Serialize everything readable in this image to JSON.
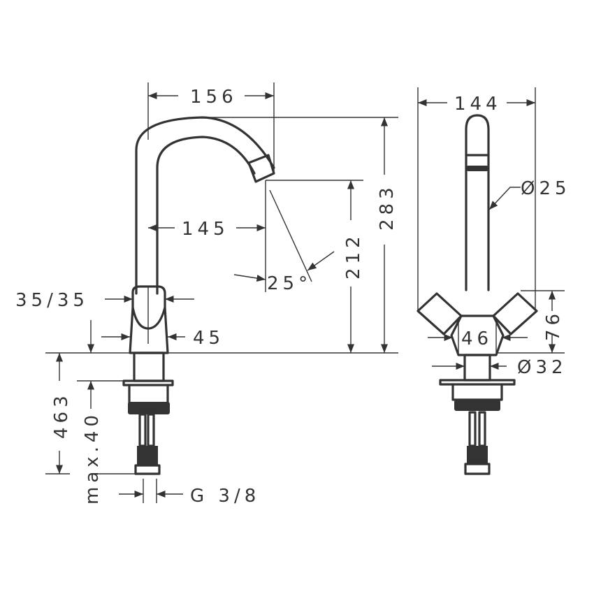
{
  "drawing": {
    "title": "Basin mixer dimension drawing",
    "units": "mm",
    "color": "#333333"
  },
  "side_view": {
    "dims": {
      "spout_reach_total": "156",
      "spout_reach": "145",
      "height_total": "283",
      "spout_height": "212",
      "spout_angle": "25°",
      "handle_size": "35/35",
      "body_width": "45",
      "shank_length": "463",
      "max_deck": "max.40",
      "connection": "G 3/8"
    }
  },
  "front_view": {
    "dims": {
      "overall_width": "144",
      "spout_diameter": "Ø25",
      "body_width": "46",
      "handle_height": "76",
      "base_diameter": "Ø32"
    }
  }
}
